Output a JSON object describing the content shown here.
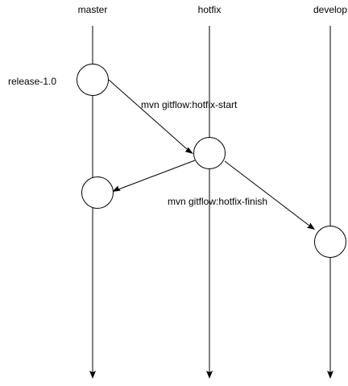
{
  "lanes": [
    {
      "id": "master",
      "label": "master"
    },
    {
      "id": "hotfix",
      "label": "hotfix"
    },
    {
      "id": "develop",
      "label": "develop"
    }
  ],
  "nodes": [
    {
      "id": "release-node",
      "lane": "master"
    },
    {
      "id": "hotfix-node",
      "lane": "hotfix"
    },
    {
      "id": "master-merge-node",
      "lane": "master"
    },
    {
      "id": "develop-merge-node",
      "lane": "develop"
    }
  ],
  "edges": [
    {
      "from": "release-node",
      "to": "hotfix-node",
      "label": "mvn gitflow:hotfix-start"
    },
    {
      "from": "hotfix-node",
      "to": "master-merge-node",
      "label": ""
    },
    {
      "from": "hotfix-node",
      "to": "develop-merge-node",
      "label": "mvn gitflow:hotfix-finish"
    }
  ],
  "annotations": {
    "release": "release-1.0"
  },
  "colors": {
    "stroke": "#000000",
    "fill": "#ffffff",
    "background": "#ffffff",
    "text": "#000000"
  }
}
